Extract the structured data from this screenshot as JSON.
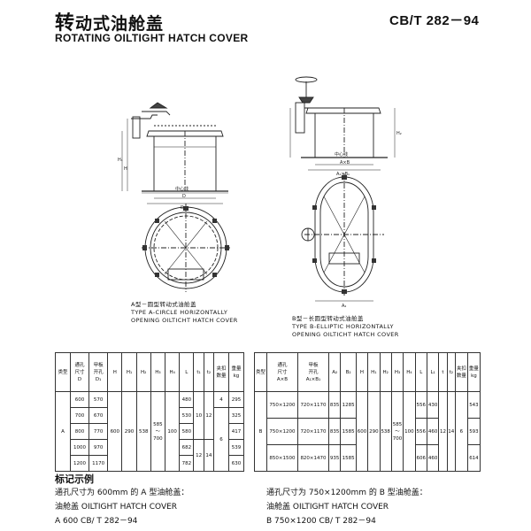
{
  "header": {
    "title_cn_first": "转",
    "title_cn_rest": "动式油舱盖",
    "standard_code": "CB/T 282－94",
    "title_en": "ROTATING OILTIGHT HATCH COVER"
  },
  "figure_a": {
    "labels": {
      "h1": "H₁",
      "h": "H",
      "d": "D",
      "d1": "D₁",
      "center": "中心线"
    },
    "caption": [
      "A型－圆型转动式油舱盖",
      "TYPE A-CIRCLE HORIZONTALLY",
      "OPENING OILTICHT HATCH COVER"
    ]
  },
  "figure_b": {
    "labels": {
      "axb": "A×B",
      "a1xb1": "A₁×B₁",
      "center": "中心线",
      "a2": "A₂",
      "h2": "H₂"
    },
    "caption": [
      "B型－长圆型转动式油舱盖",
      "TYPE B-ELLIPTIC HORIZONTALLY",
      "OPENING OILTICHT HATCH COVER"
    ]
  },
  "table_a": {
    "headers": [
      [
        "类型"
      ],
      [
        "通孔",
        "尺寸",
        "D"
      ],
      [
        "甲板",
        "开孔",
        "D₁"
      ],
      [
        "H"
      ],
      [
        "H₁"
      ],
      [
        "H₂"
      ],
      [
        "H₃"
      ],
      [
        "H₄"
      ],
      [
        "L"
      ],
      [
        "t₁"
      ],
      [
        "t₂"
      ],
      [
        "夹扣",
        "数量"
      ],
      [
        "重量",
        "kg"
      ]
    ],
    "type": "A",
    "D": [
      "600",
      "700",
      "800",
      "1000",
      "1200"
    ],
    "D1": [
      "570",
      "670",
      "770",
      "970",
      "1170"
    ],
    "H": "600",
    "H1": "290",
    "H2": "538",
    "H3_top": "585",
    "H3_mid": "～",
    "H3_bottom": "700",
    "H4": "100",
    "L": [
      "480",
      "530",
      "580",
      "682",
      "782"
    ],
    "t1": [
      "10",
      "12"
    ],
    "t2": [
      "12",
      "14"
    ],
    "clamp": [
      "4",
      "6"
    ],
    "weight": [
      "295",
      "325",
      "417",
      "539",
      "630"
    ]
  },
  "table_b": {
    "headers": [
      [
        "类型"
      ],
      [
        "通孔",
        "尺寸",
        "A×B"
      ],
      [
        "甲板",
        "开孔",
        "A₁×B₁"
      ],
      [
        "A₂"
      ],
      [
        "B₂"
      ],
      [
        "H"
      ],
      [
        "H₁"
      ],
      [
        "H₂"
      ],
      [
        "H₃"
      ],
      [
        "H₄"
      ],
      [
        "L"
      ],
      [
        "L₁"
      ],
      [
        "t"
      ],
      [
        "t₂"
      ],
      [
        "夹扣",
        "数量"
      ],
      [
        "重量",
        "kg"
      ]
    ],
    "type": "B",
    "rows": [
      {
        "AxB": "750×1200",
        "A1xB1": "720×1170",
        "A2": "835",
        "B2": "1285",
        "L": "556",
        "L1": "430",
        "weight": "543"
      },
      {
        "AxB": "750×1200",
        "A1xB1": "720×1170",
        "A2": "835",
        "B2": "1585",
        "L": "556",
        "L1": "460",
        "weight": "593"
      },
      {
        "AxB": "850×1500",
        "A1xB1": "820×1470",
        "A2": "935",
        "B2": "1585",
        "L": "606",
        "L1": "460",
        "weight": "614"
      }
    ],
    "H": "600",
    "H1": "290",
    "H2": "538",
    "H3_top": "585",
    "H3_mid": "～",
    "H3_bottom": "700",
    "H4": "100",
    "t": "12",
    "t2": "14",
    "clamp": "6"
  },
  "marking": {
    "title": "标记示例",
    "a_lines": [
      "通孔尺寸为 600mm 的 A 型油舱盖：",
      "油舱盖 OILTIGHT HATCH COVER",
      "A 600 CB/ T 282－94"
    ],
    "b_lines": [
      "通孔尺寸为 750×1200mm 的 B 型油舱盖：",
      "油舱盖 OILTIGHT HATCH COVER",
      "B 750×1200 CB/ T 282－94"
    ]
  }
}
